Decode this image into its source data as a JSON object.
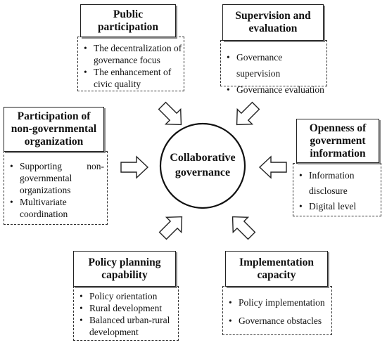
{
  "center": {
    "title_lines": [
      "Collaborative",
      "governance"
    ]
  },
  "nodes": {
    "public_participation": {
      "title_lines": [
        "Public",
        "participation"
      ],
      "items": [
        "The decentralization of governance focus",
        "The enhancement of civic quality"
      ]
    },
    "supervision_evaluation": {
      "title_lines": [
        "Supervision and",
        "evaluation"
      ],
      "items": [
        "Governance supervision",
        "Governance evaluation"
      ]
    },
    "non_governmental": {
      "title_lines": [
        "Participation of",
        "non-governmental",
        "organization"
      ],
      "items": [
        "Supporting non-governmental organizations",
        "Multivariate coordination"
      ]
    },
    "openness_info": {
      "title_lines": [
        "Openness of",
        "government",
        "information"
      ],
      "items": [
        "Information disclosure",
        "Digital level"
      ]
    },
    "policy_planning": {
      "title_lines": [
        "Policy planning",
        "capability"
      ],
      "items": [
        "Policy orientation",
        "Rural development",
        "Balanced urban-rural development"
      ]
    },
    "implementation": {
      "title_lines": [
        "Implementation",
        "capacity"
      ],
      "items": [
        "Policy implementation",
        "Governance obstacles"
      ]
    }
  }
}
